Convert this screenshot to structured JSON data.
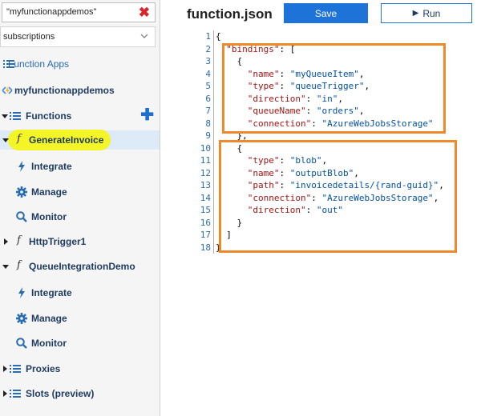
{
  "sidebar": {
    "search_value": "\"myfunctionappdemos\"",
    "subscription_select": "subscriptions",
    "items": [
      {
        "label": "Function Apps"
      },
      {
        "label": "myfunctionappdemos"
      },
      {
        "label": "Functions"
      },
      {
        "label": "GenerateInvoice"
      },
      {
        "label": "Integrate"
      },
      {
        "label": "Manage"
      },
      {
        "label": "Monitor"
      },
      {
        "label": "HttpTrigger1"
      },
      {
        "label": "QueueIntegrationDemo"
      },
      {
        "label": "Integrate"
      },
      {
        "label": "Manage"
      },
      {
        "label": "Monitor"
      },
      {
        "label": "Proxies"
      },
      {
        "label": "Slots (preview)"
      }
    ],
    "function_glyph": "f",
    "add_glyph": "✚",
    "clear_glyph": "✖",
    "icons": [
      "function-apps-icon",
      "lightning-icon",
      "list-icon",
      "gear-icon",
      "magnifier-icon"
    ]
  },
  "main": {
    "file_title": "function.json",
    "save_label": "Save",
    "run_label": "Run",
    "run_glyph": "▶",
    "line_numbers": [
      "1",
      "2",
      "3",
      "4",
      "5",
      "6",
      "7",
      "8",
      "9",
      "10",
      "11",
      "12",
      "13",
      "14",
      "15",
      "16",
      "17",
      "18"
    ],
    "code_lines": [
      "{",
      "  \"bindings\": [",
      "    {",
      "      \"name\": \"myQueueItem\",",
      "      \"type\": \"queueTrigger\",",
      "      \"direction\": \"in\",",
      "      \"queueName\": \"orders\",",
      "      \"connection\": \"AzureWebJobsStorage\"",
      "    },",
      "    {",
      "      \"type\": \"blob\",",
      "      \"name\": \"outputBlob\",",
      "      \"path\": \"invoicedetails/{rand-guid}\",",
      "      \"connection\": \"AzureWebJobsStorage\",",
      "      \"direction\": \"out\"",
      "    }",
      "  ]",
      "}"
    ]
  },
  "colors": {
    "accent": "#1e73d8",
    "highlight": "#f3f526",
    "annotation_box": "#ef8a2b",
    "json_key": "#a31515",
    "json_string": "#0451a5"
  }
}
